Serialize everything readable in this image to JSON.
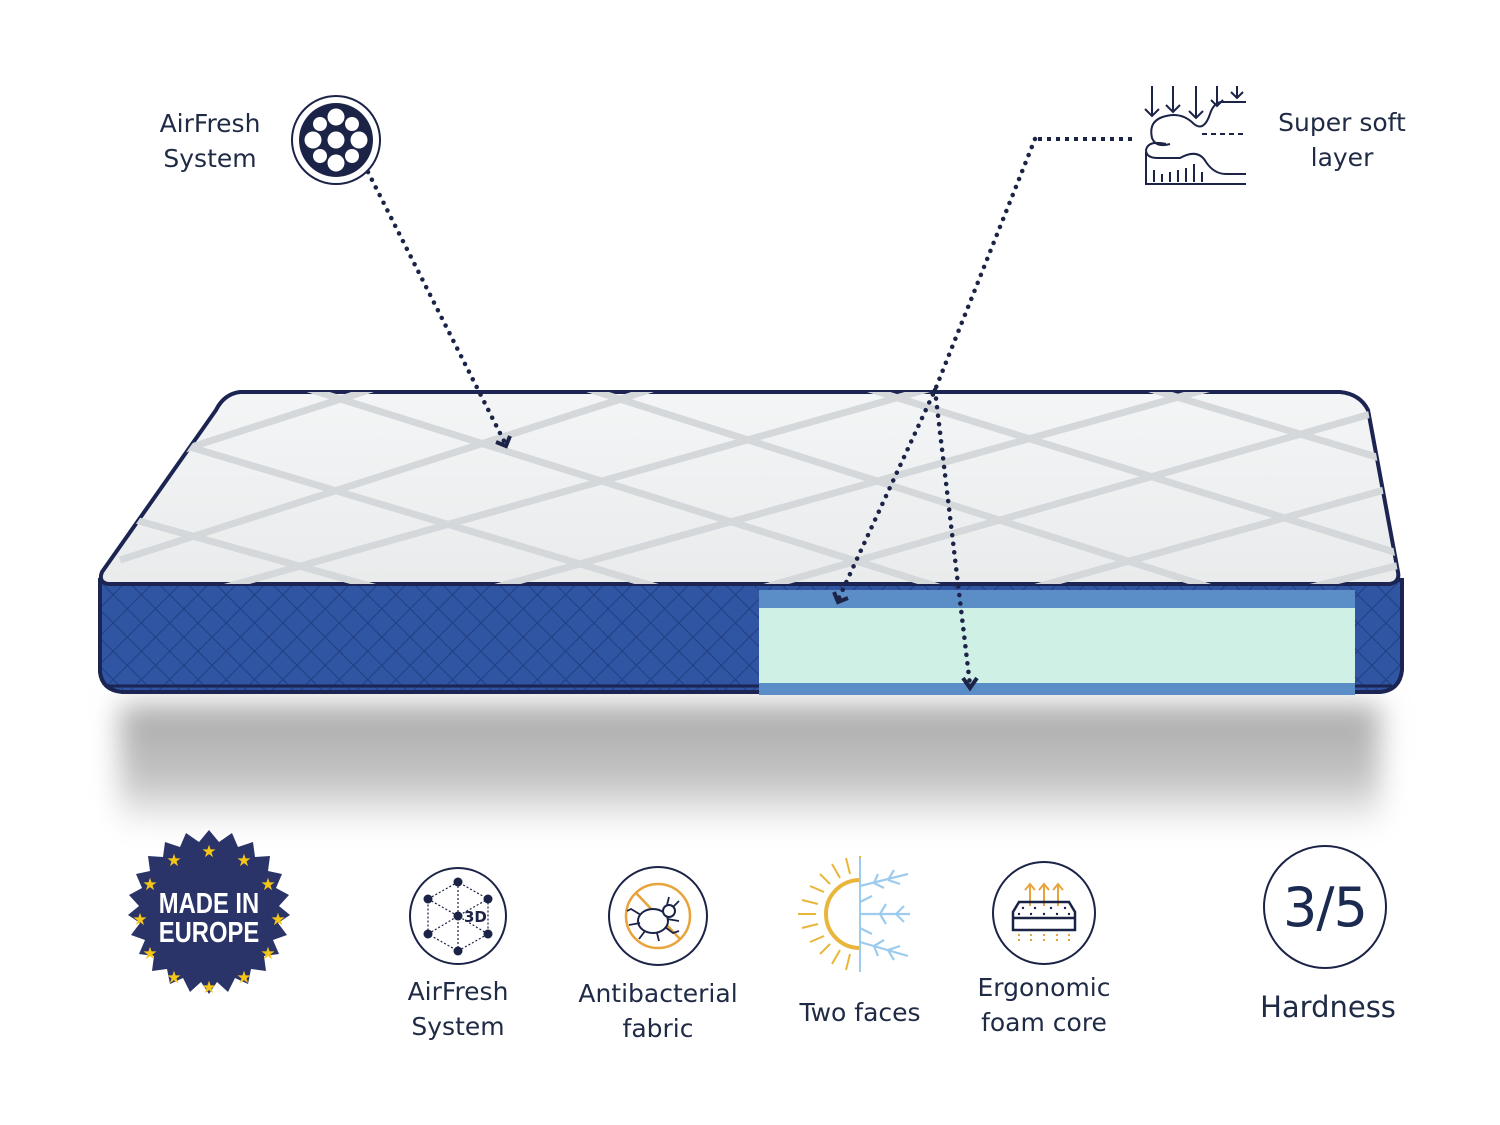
{
  "callouts": {
    "airfresh_top": {
      "line1": "AirFresh",
      "line2": "System",
      "icon": "perforated-circle-icon"
    },
    "super_soft": {
      "line1": "Super soft",
      "line2": "layer",
      "icon": "pressure-layer-icon"
    }
  },
  "product": {
    "name": "mattress",
    "layers": [
      {
        "name": "top comfort layer",
        "color": "#5b8ec6"
      },
      {
        "name": "foam core",
        "color": "#cff0e5"
      },
      {
        "name": "bottom comfort layer",
        "color": "#5b8ec6"
      }
    ],
    "side_fabric_color": "#2e4f9a",
    "piping_color": "#1c2452"
  },
  "badge": {
    "line1": "MADE IN",
    "line2": "EUROPE",
    "bg_color": "#2b3468",
    "star_color": "#f5c518",
    "icon": "eu-stars-icon"
  },
  "features": [
    {
      "line1": "AirFresh",
      "line2": "System",
      "icon": "3d-mesh-icon",
      "icon_text": "3D"
    },
    {
      "line1": "Antibacterial",
      "line2": "fabric",
      "icon": "no-mite-icon"
    },
    {
      "line1": "Two faces",
      "line2": "",
      "icon": "sun-snowflake-icon"
    },
    {
      "line1": "Ergonomic",
      "line2": "foam core",
      "icon": "foam-airflow-icon"
    }
  ],
  "hardness": {
    "value": "3/5",
    "label": "Hardness"
  },
  "colors": {
    "navy": "#1b2347",
    "accent_orange": "#e8a33a",
    "sun_yellow": "#e9b63c",
    "snow_blue": "#9ccbee"
  }
}
